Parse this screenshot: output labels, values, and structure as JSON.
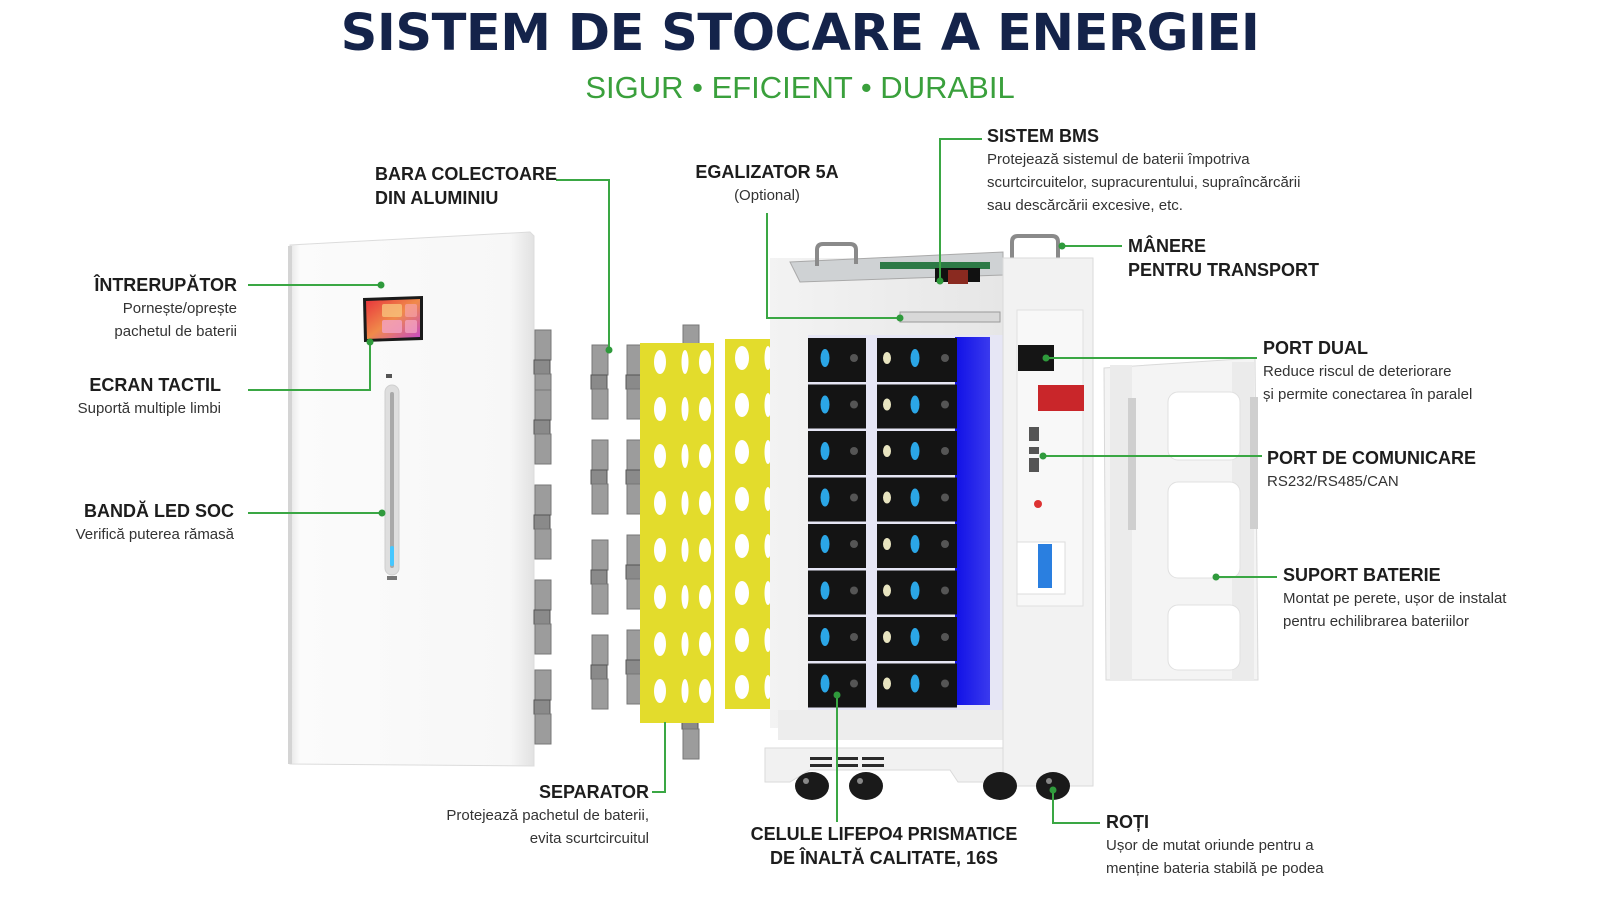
{
  "header": {
    "title": "SISTEM DE STOCARE A ENERGIEI",
    "subtitle_parts": [
      "SIGUR",
      "EFICIENT",
      "DURABIL"
    ],
    "subtitle_separator": "•",
    "subtitle": "SIGUR • EFICIENT • DURABIL"
  },
  "colors": {
    "title": "#14234a",
    "accent_green": "#3aa744",
    "separator_yellow": "#e3dc2c",
    "cell_black": "#141414",
    "cell_vent_blue": "#2ba6e6",
    "side_panel_blue": "#1818e0",
    "port_red": "#c9262a",
    "breaker_blue": "#2a7fe0"
  },
  "callouts": {
    "intrerupator": {
      "title": "ÎNTRERUPĂTOR",
      "lines": [
        "Pornește/oprește",
        "pachetul de baterii"
      ]
    },
    "ecran_tactil": {
      "title": "ECRAN TACTIL",
      "lines": [
        "Suportă multiple limbi"
      ]
    },
    "banda_led": {
      "title": "BANDĂ LED SOC",
      "lines": [
        "Verifică puterea rămasă"
      ]
    },
    "bara_colectoare": {
      "title_lines": [
        "BARA COLECTOARE",
        "DIN ALUMINIU"
      ]
    },
    "egalizator": {
      "title": "EGALIZATOR 5A",
      "lines": [
        "(Optional)"
      ]
    },
    "sistem_bms": {
      "title": "SISTEM BMS",
      "lines": [
        "Protejează sistemul de baterii împotriva",
        "scurtcircuitelor, supracurentului, supraîncărcării",
        "sau descărcării excesive, etc."
      ]
    },
    "manere": {
      "title_lines": [
        "MÂNERE",
        "PENTRU TRANSPORT"
      ]
    },
    "port_dual": {
      "title": "PORT DUAL",
      "lines": [
        "Reduce riscul de deteriorare",
        "și permite conectarea în paralel"
      ]
    },
    "port_comunicare": {
      "title": "PORT DE COMUNICARE",
      "lines": [
        "RS232/RS485/CAN"
      ]
    },
    "suport_baterie": {
      "title": "SUPORT BATERIE",
      "lines": [
        "Montat pe perete, ușor de instalat",
        "pentru echilibrarea bateriilor"
      ]
    },
    "separator": {
      "title": "SEPARATOR",
      "lines": [
        "Protejează pachetul de baterii,",
        "evita scurtcircuitul"
      ]
    },
    "celule": {
      "title_lines": [
        "CELULE LIFEPO4 PRISMATICE",
        "DE ÎNALTĂ CALITATE, 16S"
      ]
    },
    "roti": {
      "title": "ROȚI",
      "lines": [
        "Ușor de mutat oriunde pentru a",
        "menține bateria stabilă pe podea"
      ]
    }
  },
  "product": {
    "cell_count": 16,
    "cell_columns": 2,
    "cell_rows": 8,
    "soc_level": 0.08,
    "icons": [
      "touch-screen",
      "soc-led-bar",
      "busbar",
      "separator-plate",
      "lifepo4-cell",
      "bms-board",
      "handle",
      "dual-port",
      "comm-port",
      "breaker",
      "wall-bracket",
      "caster-wheel"
    ]
  }
}
